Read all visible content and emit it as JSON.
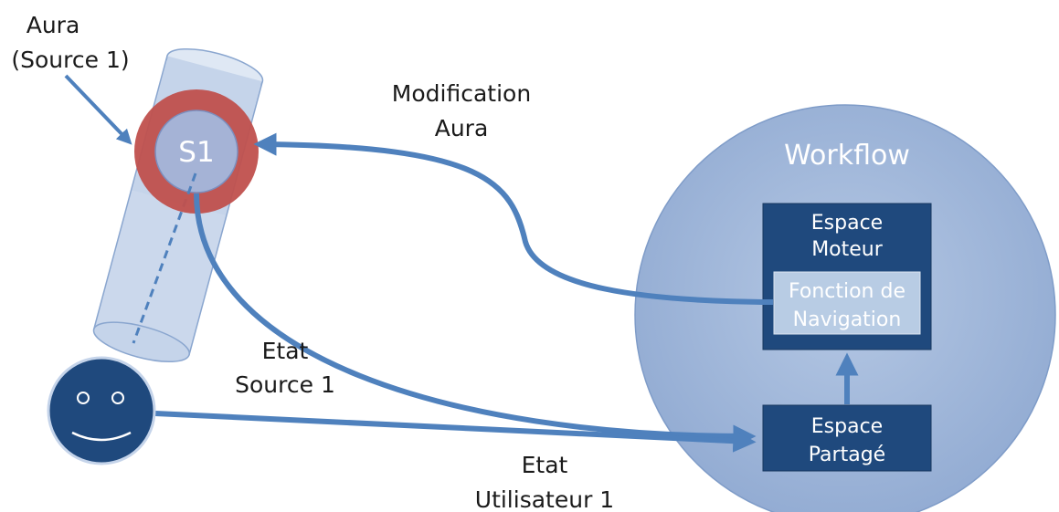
{
  "labels": {
    "aura_source": [
      "Aura",
      "(Source 1)"
    ],
    "modification_aura": [
      "Modification",
      "Aura"
    ],
    "etat_source": [
      "Etat",
      "Source 1"
    ],
    "etat_utilisateur": [
      "Etat",
      "Utilisateur 1"
    ]
  },
  "source": {
    "label": "S1"
  },
  "workflow": {
    "title": "Workflow",
    "espace_moteur": [
      "Espace",
      "Moteur"
    ],
    "fonction_navigation": [
      "Fonction de",
      "Navigation"
    ],
    "espace_partage": [
      "Espace",
      "Partagé"
    ]
  },
  "colors": {
    "arrow": "#4f81bd",
    "cylinder_fill": "#c5d4ea",
    "aura_ring": "#c0504d",
    "source_circle": "#a5b3d6",
    "workflow_circle": "#a8bedd",
    "dark_box": "#1f497d",
    "light_box": "#b8cce4",
    "user_face": "#1f497d"
  },
  "icons": {
    "user": "smiley-face-icon"
  }
}
